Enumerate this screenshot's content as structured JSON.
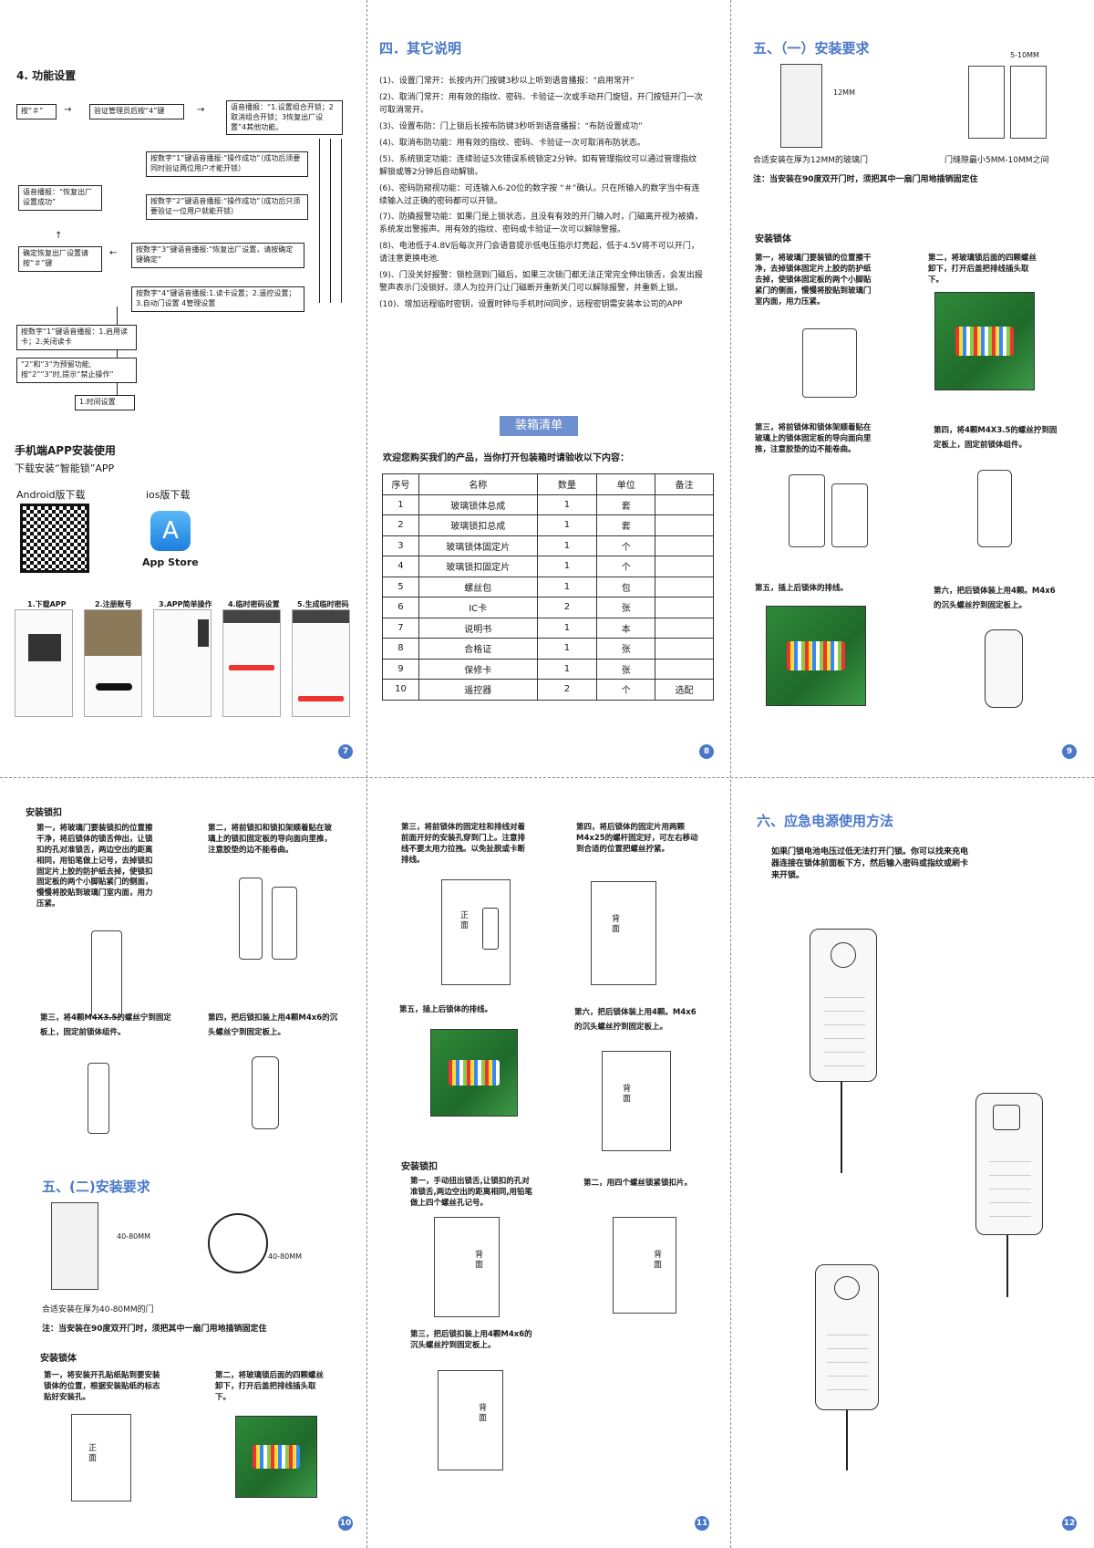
{
  "p7": {
    "section_title": "4. 功能设置",
    "flow": {
      "b1": "按“＃”",
      "b2": "验证管理员后按“4”键",
      "b3": "语音播报：“1.设置组合开锁；2取消组合开锁；3恢复出厂设置”4其他功能。",
      "b4": "按数字“1”键语音播报:“操作成功”（成功后须要同时验证两位用户才能开锁）",
      "b5": "按数字“2”键语音播报:“操作成功”（成功后只须要验证一位用户就能开锁）",
      "b6": "语音播报：“恢复出厂设置成功”",
      "b7": "确定恢复出厂设置请按“＃”键",
      "b8": "按数字“3”键语音播报:“恢复出厂设置，请按确定键确定”",
      "b9": "按数字“4”键语音播报:1.读卡设置；2.遥控设置；3.自动门设置 4管理设置",
      "b10": "按数字“1”键语音播报：1.启用读卡；2.关闭读卡",
      "b11": "“2”和“3”为预留功能,按“2”“3”时,提示“禁止操作”",
      "b12": "1.时间设置"
    },
    "app_title": "手机端APP安装使用",
    "app_sub": "下载安装“智能锁”APP",
    "android": "Android版下载",
    "ios": "ios版下载",
    "appstore": "App Store",
    "steps": [
      "1.下载APP",
      "2.注册账号",
      "3.APP简单操作",
      "4.临时密码设置",
      "5.生成临时密码"
    ],
    "page": "7"
  },
  "p8": {
    "title": "四．其它说明",
    "items": [
      "(1)、设置门常开：长按内开门按键3秒以上听到语音播报：“启用常开”",
      "(2)、取消门常开：用有效的指纹、密码、卡验证一次或手动开门旋钮，开门按钮开门一次可取消常开。",
      "(3)、设置布防：门上锁后长按布防键3秒听到语音播报：“布防设置成功”",
      "(4)、取消布防功能：用有效的指纹、密码、卡验证一次可取消布防状态。",
      "(5)、系统锁定功能：连续验证5次错误系统锁定2分钟。如有管理指纹可以通过管理指纹解锁或等2分钟后自动解锁。",
      "(6)、密码防窥视功能：可连输入6-20位的数字按  “＃”确认。只在所输入的数字当中有连续输入过正确的密码都可以开锁。",
      "(7)、防撬报警功能：如果门是上锁状态，且没有有效的开门输入时，门磁离开视为被撬，系统发出警报声。用有效的指纹、密码或卡验证一次可以解除警报。",
      "(8)、电池低于4.8V后每次开门会语音提示低电压指示灯亮起，低于4.5V将不可以开门，请注意更换电池.",
      "(9)、门没关好报警：锁检测到门磁后，如果三次锁门都无法正常完全伸出锁舌，会发出报警声表示门没锁好。须人为拉开门让门磁断开重新关门可以解除报警，并重新上锁。",
      "(10)、增加远程临时密钥，设置时钟与手机时间同步，远程密钥需安装本公司的APP"
    ],
    "packing_title": "装箱清单",
    "welcome": "欢迎您购买我们的产品，当你打开包装箱时请验收以下内容：",
    "headers": [
      "序号",
      "名称",
      "数量",
      "单位",
      "备注"
    ],
    "rows": [
      [
        "1",
        "玻璃锁体总成",
        "1",
        "套",
        ""
      ],
      [
        "2",
        "玻璃锁扣总成",
        "1",
        "套",
        ""
      ],
      [
        "3",
        "玻璃锁体固定片",
        "1",
        "个",
        ""
      ],
      [
        "4",
        "玻璃锁扣固定片",
        "1",
        "个",
        ""
      ],
      [
        "5",
        "螺丝包",
        "1",
        "包",
        ""
      ],
      [
        "6",
        "IC卡",
        "2",
        "张",
        ""
      ],
      [
        "7",
        "说明书",
        "1",
        "本",
        ""
      ],
      [
        "8",
        "合格证",
        "1",
        "张",
        ""
      ],
      [
        "9",
        "保修卡",
        "1",
        "张",
        ""
      ],
      [
        "10",
        "遥控器",
        "2",
        "个",
        "选配"
      ]
    ],
    "page": "8"
  },
  "p9": {
    "title": "五、（一）安装要求",
    "dim1": "12MM",
    "dim2": "5-10MM",
    "cap1": "合适安装在厚为12MM的玻璃门",
    "cap2": "门缝隙最小5MM-10MM之间",
    "note": "注：当安装在90度双开门时，须把其中一扇门用地插销固定住",
    "sub": "安装锁体",
    "s1": "第一，将玻璃门要装锁的位置擦干净，去掉锁体固定片上胶的防护纸去掉，使锁体固定板的两个小脚贴紧门的侧面，慢慢将胶贴到玻璃门室内面，用力压紧。",
    "s2": "第二，将玻璃锁后面的四颗螺丝卸下，打开后盖把排线插头取下。",
    "s3": "第三，将前锁体和锁体架顺着贴在玻璃上的锁体固定板的导向面向里推，注意胶垫的边不能卷曲。",
    "s4": "第四，将4颗M4X3.5的螺丝拧到固定板上，固定前锁体组件。",
    "s5": "第五，插上后锁体的排线。",
    "s6": "第六，把后锁体装上用4颗。M4x6的沉头螺丝拧到固定板上。",
    "page": "9"
  },
  "p10": {
    "sub1": "安装锁扣",
    "s1": "第一，将玻璃门要装锁扣的位置擦干净，将后锁体的锁舌伸出，让锁扣的孔对准锁舌，两边空出的距离相同，用铅笔做上记号，去掉锁扣固定片上胶的防护纸去掉，使锁扣固定板的两个小脚贴紧门的侧面，慢慢将胶贴到玻璃门室内面，用力压紧。",
    "s2": "第二，将前锁扣和锁扣架顺着贴在玻璃上的锁扣固定板的导向面向里推，注意胶垫的边不能卷曲。",
    "s3": "第三，将4颗M4X3.5的螺丝宁到固定板上，固定前锁体组件。",
    "s4": "第四，把后锁扣装上用4颗M4x6的沉头螺丝宁到固定板上。",
    "title2": "五、(二)安装要求",
    "dim1": "40-80MM",
    "dim2": "40-80MM",
    "cap": "合适安装在厚为40-80MM的门",
    "note": "注：当安装在90度双开门时，须把其中一扇门用地插销固定住",
    "sub2": "安装锁体",
    "t1": "第一，将安装开孔贴纸贴到要安装锁体的位置，根据安装贴纸的标志贴好安装孔。",
    "t2": "第二，将玻璃锁后面的四颗螺丝卸下，打开后盖把排线插头取下。",
    "front": "正面",
    "page": "10"
  },
  "p11": {
    "s3": "第三，将前锁体的固定柱和排线对着前面开好的安装孔穿到门上。注意排线不要太用力拉拽。以免扯脱或卡断排线。",
    "s4": "第四，将后锁体的固定片用两颗M4x25的螺杆固定好，可左右移动到合适的位置把螺丝拧紧。",
    "s5": "第五，插上后锁体的排线。",
    "s6": "第六，把后锁体装上用4颗。M4x6的沉头螺丝拧到固定板上。",
    "front": "正面",
    "back": "背面",
    "sub": "安装锁扣",
    "t1": "第一，手动扭出锁舌,让锁扣的孔对准锁舌,两边空出的距离相同,用铅笔做上四个螺丝孔记号。",
    "t2": "第二，用四个螺丝锁紧锁扣片。",
    "t3": "第三，把后锁扣装上用4颗M4x6的沉头螺丝拧到固定板上。",
    "page": "11"
  },
  "p12": {
    "title": "六、应急电源使用方法",
    "text": "如果门锁电池电压过低无法打开门锁。你可以找来充电器连接在锁体前面板下方，然后输入密码或指纹或刷卡来开锁。",
    "page": "12"
  }
}
